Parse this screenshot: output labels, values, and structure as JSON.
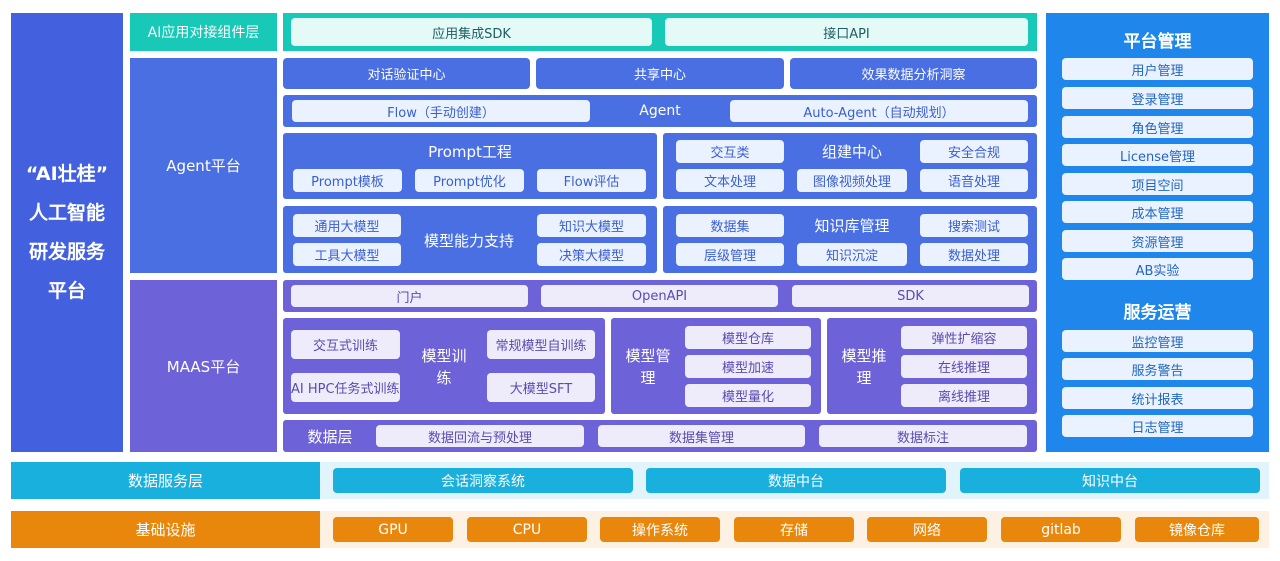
{
  "left_title": [
    "“AI壮桂”",
    "人工智能",
    "研发服务",
    "平台"
  ],
  "layers": {
    "ai_connector": "AI应用对接组件层",
    "agent_platform": "Agent平台",
    "maas_platform": "MAAS平台"
  },
  "connector": {
    "sdk": "应用集成SDK",
    "api": "接口API"
  },
  "agent": {
    "row1": [
      "对话验证中心",
      "共享中心",
      "效果数据分析洞察"
    ],
    "flow_manual": "Flow（手动创建）",
    "agent_label": "Agent",
    "auto_agent": "Auto-Agent（自动规划）",
    "prompt": {
      "title": "Prompt工程",
      "items": [
        "Prompt模板",
        "Prompt优化",
        "Flow评估"
      ]
    },
    "build": {
      "title": "组建中心",
      "items": [
        "交互类",
        "安全合规",
        "文本处理",
        "图像视频处理",
        "语音处理"
      ]
    },
    "model_support": {
      "title": "模型能力支持",
      "items": [
        "通用大模型",
        "工具大模型",
        "知识大模型",
        "决策大模型"
      ]
    },
    "kb": {
      "title": "知识库管理",
      "items": [
        "数据集",
        "搜索测试",
        "层级管理",
        "知识沉淀",
        "数据处理"
      ]
    }
  },
  "maas": {
    "access": [
      "门户",
      "OpenAPI",
      "SDK"
    ],
    "training": {
      "title": "模型训练",
      "items": [
        "交互式训练",
        "AI HPC任务式训练",
        "常规模型自训练",
        "大模型SFT"
      ]
    },
    "management": {
      "title": "模型管理",
      "items": [
        "模型仓库",
        "模型加速",
        "模型量化"
      ]
    },
    "inference": {
      "title": "模型推理",
      "items": [
        "弹性扩缩容",
        "在线推理",
        "离线推理"
      ]
    },
    "data_layer": {
      "title": "数据层",
      "items": [
        "数据回流与预处理",
        "数据集管理",
        "数据标注"
      ]
    }
  },
  "platform_mgmt": {
    "title": "平台管理",
    "items": [
      "用户管理",
      "登录管理",
      "角色管理",
      "License管理",
      "项目空间",
      "成本管理",
      "资源管理",
      "AB实验"
    ]
  },
  "service_ops": {
    "title": "服务运营",
    "items": [
      "监控管理",
      "服务警告",
      "统计报表",
      "日志管理"
    ]
  },
  "data_service": {
    "title": "数据服务层",
    "items": [
      "会话洞察系统",
      "数据中台",
      "知识中台"
    ]
  },
  "infrastructure": {
    "title": "基础设施",
    "items": [
      "GPU",
      "CPU",
      "操作系统",
      "存储",
      "网络",
      "gitlab",
      "镜像仓库"
    ]
  },
  "colors": {
    "blue": "#3f63e0",
    "violet": "#6e62d9",
    "teal": "#18c9b7",
    "right_blue": "#1f86ec",
    "cyan": "#19b0dd",
    "orange": "#e8870b"
  },
  "chart_data": {}
}
